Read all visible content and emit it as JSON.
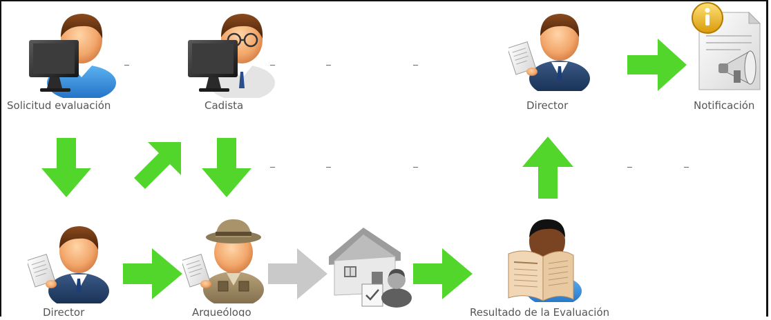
{
  "colors": {
    "arrow_active": "#52d62c",
    "arrow_inactive": "#c9c9c9",
    "label_text": "#555555"
  },
  "nodes": {
    "solicitud": {
      "label": "Solicitud evaluación",
      "icon": "user-at-computer-icon"
    },
    "cadista": {
      "label": "Cadista",
      "icon": "user-with-glasses-at-computer-icon"
    },
    "director_top": {
      "label": "Director",
      "icon": "businessman-with-document-icon"
    },
    "notificacion": {
      "label": "Notificación",
      "icon": "notification-document-megaphone-icon"
    },
    "director_bottom": {
      "label": "Director",
      "icon": "businessman-with-document-icon"
    },
    "arqueologo": {
      "label": "Arqueólogo",
      "icon": "archaeologist-with-document-icon"
    },
    "inspeccion": {
      "label": "",
      "icon": "house-inspection-checklist-icon"
    },
    "resultado": {
      "label": "Resultado de la Evaluación",
      "icon": "man-reading-newspaper-icon"
    }
  },
  "arrows": [
    {
      "id": "director-top-to-notificacion",
      "direction": "right",
      "state": "active"
    },
    {
      "id": "solicitud-to-director-bottom",
      "direction": "down",
      "state": "active"
    },
    {
      "id": "director-bottom-to-cadista",
      "direction": "up-right",
      "state": "active"
    },
    {
      "id": "cadista-to-arqueologo",
      "direction": "down",
      "state": "active"
    },
    {
      "id": "resultado-to-director-top",
      "direction": "up",
      "state": "active"
    },
    {
      "id": "director-bottom-to-arqueologo",
      "direction": "right",
      "state": "active"
    },
    {
      "id": "arqueologo-to-inspeccion",
      "direction": "right",
      "state": "inactive"
    },
    {
      "id": "inspeccion-to-resultado",
      "direction": "right",
      "state": "active"
    }
  ]
}
